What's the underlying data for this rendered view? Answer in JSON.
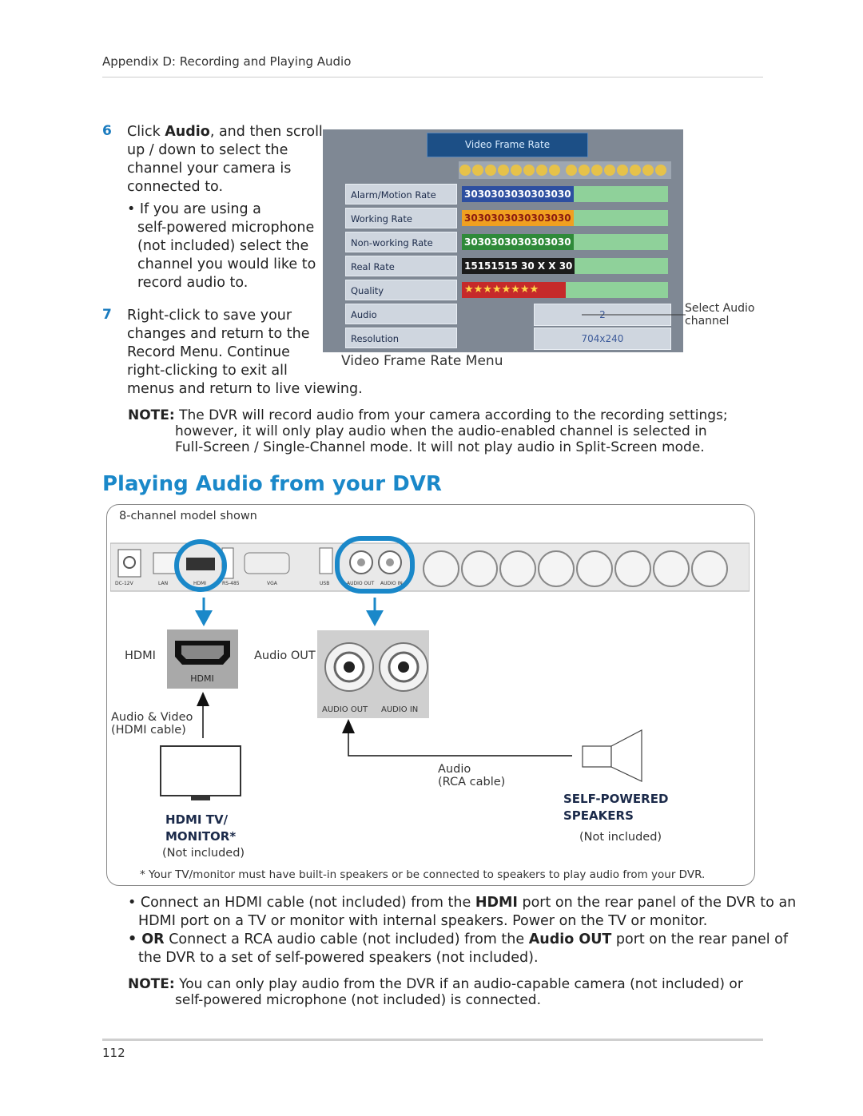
{
  "header": {
    "title": "Appendix D: Recording and Playing Audio"
  },
  "steps": {
    "s6": {
      "num": "6",
      "pre": "Click ",
      "bold": "Audio",
      "l1": ", and then scroll",
      "l2": "up / down to select the",
      "l3": "channel your camera is",
      "l4": "connected to."
    },
    "sub": {
      "l1": "• If you are using a",
      "l2": "self-powered microphone",
      "l3": "(not included) select the",
      "l4": "channel you would like to",
      "l5": "record audio to."
    },
    "s7": {
      "num": "7",
      "l1": "Right-click to save your",
      "l2": "changes and return to the",
      "l3": "Record Menu. Continue",
      "l4": "right-clicking to exit all",
      "l5": "menus and return to live viewing."
    }
  },
  "menu_shot": {
    "title": "Video Frame Rate",
    "rows": [
      {
        "label": "Alarm/Motion  Rate",
        "value": "3030303030303030"
      },
      {
        "label": "Working  Rate",
        "value": "3030303030303030"
      },
      {
        "label": "Non-working Rate",
        "value": "3030303030303030"
      },
      {
        "label": "Real  Rate",
        "value": "15151515 30 X X 30"
      },
      {
        "label": "Quality",
        "value": ""
      },
      {
        "label": "Audio",
        "value": "2"
      },
      {
        "label": "Resolution",
        "value": "704x240"
      }
    ],
    "caption": "Video Frame Rate Menu",
    "callout_l1": "Select Audio",
    "callout_l2": "channel"
  },
  "note1": {
    "label": "NOTE:",
    "l1": " The DVR will record audio from your camera according to the recording settings;",
    "l2": "however, it will only play audio when the audio-enabled channel is selected in",
    "l3": "Full-Screen / Single-Channel mode. It will not play audio in Split-Screen mode."
  },
  "section": {
    "title": "Playing Audio from your DVR"
  },
  "diagram": {
    "model_note": "8-channel model shown",
    "port_labels": [
      "DC-12V",
      "LAN",
      "HDMI",
      "RS-485",
      "VGA",
      "USB",
      "AUDIO OUT",
      "AUDIO IN"
    ],
    "hdmi_label": "HDMI",
    "hdmi_port_text": "HDMI",
    "audio_out_label": "Audio OUT",
    "rca_port_labels": [
      "AUDIO OUT",
      "AUDIO IN"
    ],
    "av_cable_l1": "Audio & Video",
    "av_cable_l2": "(HDMI cable)",
    "audio_cable_l1": "Audio",
    "audio_cable_l2": "(RCA cable)",
    "tv_l1": "HDMI TV/",
    "tv_l2": "MONITOR*",
    "tv_note": "(Not included)",
    "spk_l1": "SELF-POWERED",
    "spk_l2": "SPEAKERS",
    "spk_note": "(Not included)",
    "footnote": "* Your TV/monitor must have built-in speakers or be connected to speakers to play audio from your DVR.",
    "accent": "#1a88c9"
  },
  "bullets": {
    "b1": {
      "pre": "• Connect an HDMI cable (not included) from the ",
      "bold": "HDMI",
      "post": " port on the rear panel of the DVR to an",
      "l2": "HDMI port on a TV or monitor with internal speakers. Power on the TV or monitor."
    },
    "b2": {
      "bold1": "• OR",
      "pre": " Connect a RCA audio cable (not included) from the ",
      "bold2": "Audio OUT",
      "post": " port on the rear panel of",
      "l2": "the DVR to a set of self-powered speakers (not included)."
    }
  },
  "note2": {
    "label": "NOTE:",
    "l1": " You can only play audio from the DVR if an audio-capable camera (not included) or",
    "l2": "self-powered microphone (not included) is connected."
  },
  "page_number": "112"
}
